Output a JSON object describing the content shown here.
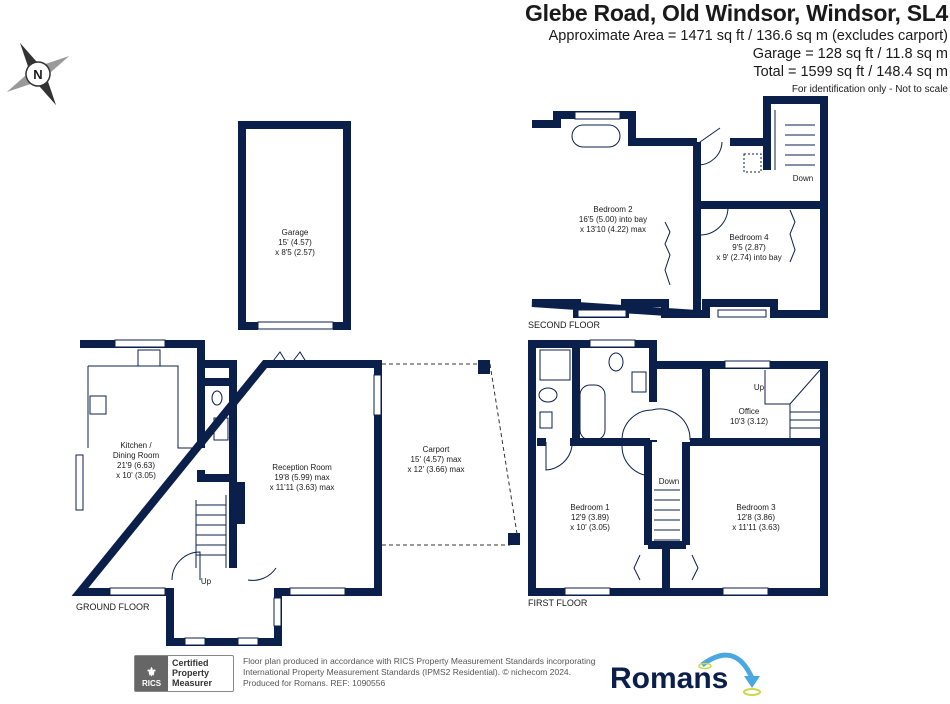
{
  "header": {
    "title": "Glebe Road, Old Windsor, Windsor, SL4",
    "approx_area": "Approximate Area = 1471 sq ft / 136.6 sq m (excludes carport)",
    "garage_area": "Garage = 128 sq ft / 11.8 sq m",
    "total_area": "Total = 1599 sq ft / 148.4 sq m",
    "note": "For identification only - Not to scale"
  },
  "compass": {
    "label": "N",
    "icon": "compass-icon"
  },
  "floors": {
    "ground": "GROUND FLOOR",
    "first": "FIRST FLOOR",
    "second": "SECOND FLOOR"
  },
  "rooms": {
    "garage": [
      "Garage",
      "15' (4.57)",
      "x 8'5 (2.57)"
    ],
    "kitchen": [
      "Kitchen /",
      "Dining Room",
      "21'9 (6.63)",
      "x 10' (3.05)"
    ],
    "reception": [
      "Reception Room",
      "19'8 (5.99) max",
      "x 11'11 (3.63) max"
    ],
    "carport": [
      "Carport",
      "15' (4.57) max",
      "x 12' (3.66) max"
    ],
    "bedroom2": [
      "Bedroom 2",
      "16'5 (5.00) into bay",
      "x 13'10 (4.22) max"
    ],
    "bedroom4": [
      "Bedroom 4",
      "9'5 (2.87)",
      "x 9' (2.74) into bay"
    ],
    "office": [
      "Office",
      "10'3 (3.12)"
    ],
    "bedroom1": [
      "Bedroom 1",
      "12'9 (3.89)",
      "x 10' (3.05)"
    ],
    "bedroom3": [
      "Bedroom 3",
      "12'8 (3.86)",
      "x 11'11 (3.63)"
    ]
  },
  "stairs": {
    "ground_up": "Up",
    "first_down": "Down",
    "first_up": "Up",
    "second_down": "Down"
  },
  "footer": {
    "rics_logo": "RICS",
    "rics_badge": [
      "Certified",
      "Property",
      "Measurer"
    ],
    "disclaimer": [
      "Floor plan produced in accordance with RICS Property Measurement Standards incorporating",
      "International Property Measurement Standards (IPMS2 Residential).  © nichecom 2024.",
      "Produced for Romans.   REF: 1090556"
    ],
    "brand": "Romans"
  },
  "colors": {
    "wall": "#0b1f4b",
    "brand_arrow": "#4aa8e0",
    "brand_ring": "#c8d94a"
  }
}
